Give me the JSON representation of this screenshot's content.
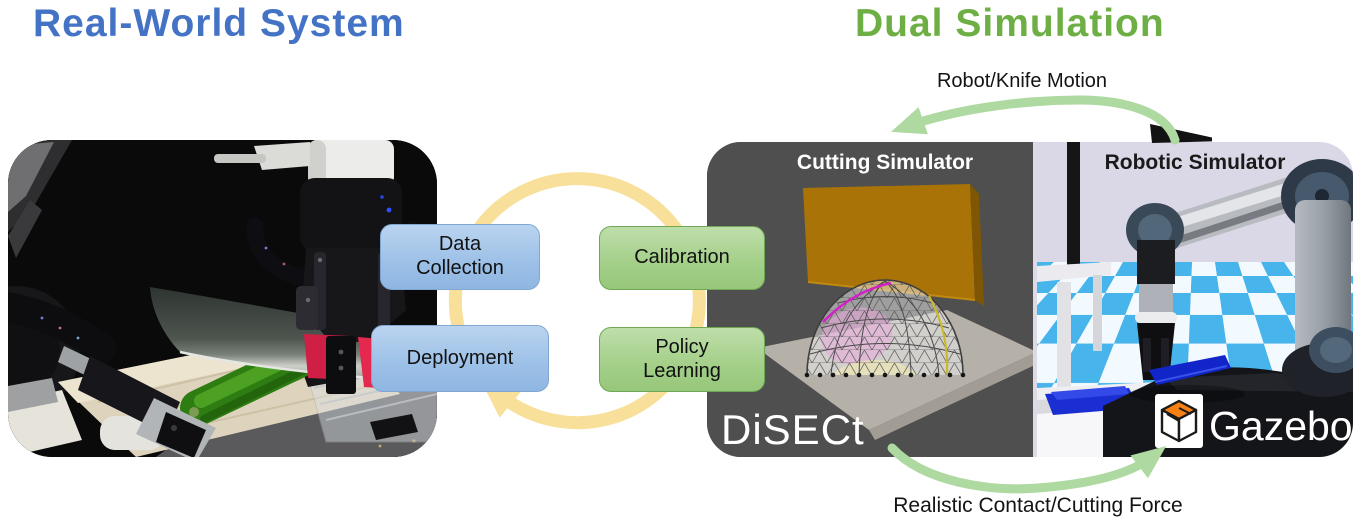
{
  "titles": {
    "real_world": "Real-World System",
    "dual_sim": "Dual Simulation"
  },
  "flow": {
    "top_label": "Robot/Knife Motion",
    "bottom_label": "Realistic Contact/Cutting Force"
  },
  "process": {
    "data_collection": "Data\nCollection",
    "deployment": "Deployment",
    "calibration": "Calibration",
    "policy_learning": "Policy\nLearning"
  },
  "simulators": {
    "cutting": {
      "title": "Cutting Simulator",
      "engine_label": "DiSECt"
    },
    "robotic": {
      "title": "Robotic Simulator",
      "engine_label": "Gazebo"
    }
  },
  "colors": {
    "title_blue": "#4472C4",
    "title_green": "#6EAF45",
    "box_blue_fill": "#9CC0E7",
    "box_blue_border": "#7FA7D2",
    "box_green_fill": "#A3CF88",
    "box_green_border": "#6FA854",
    "cycle_ring_yellow": "#F8E09A",
    "sim_arrow_green": "#AED9A0",
    "disect_background": "#4F4F4F",
    "gazebo_orange": "#F58113",
    "checkerboard_blue": "#47B4EB"
  }
}
